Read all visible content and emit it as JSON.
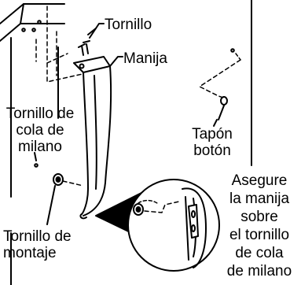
{
  "labels": {
    "tornillo": "Tornillo",
    "manija": "Manija",
    "tornillo_cola": [
      "Tornillo de",
      "cola de",
      "milano"
    ],
    "tapon": [
      "Tapón",
      "botón"
    ],
    "tornillo_montaje": [
      "Tornillo de",
      "montaje"
    ],
    "asegure": [
      "Asegure",
      "la manija",
      "sobre",
      "el tornillo",
      "de cola",
      "de milano"
    ]
  },
  "colors": {
    "line": "#000000",
    "background": "#ffffff",
    "callout_fill": "#000000"
  }
}
